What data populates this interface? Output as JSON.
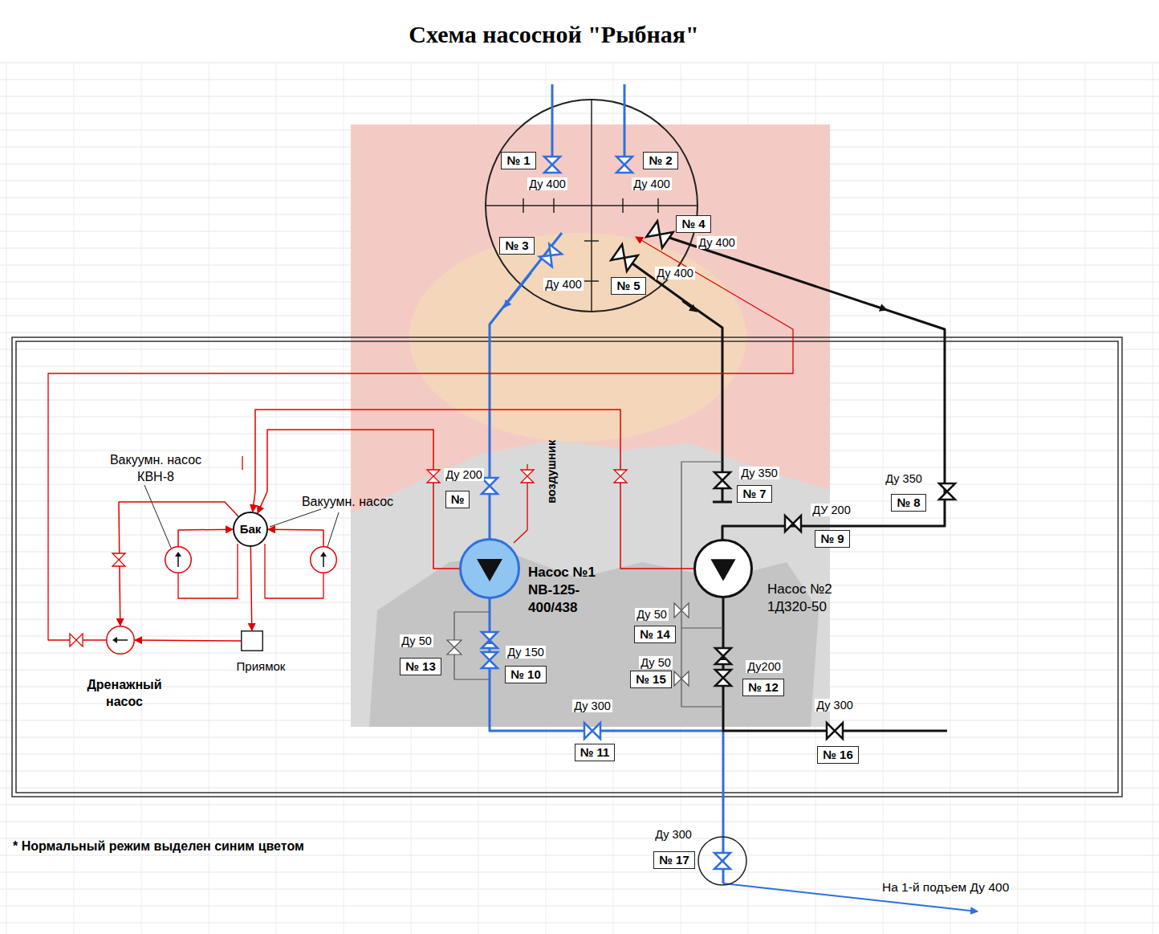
{
  "diagram": {
    "title": "Схема насосной \"Рыбная\"",
    "nodes": [
      {
        "text": [
          "Бак"
        ]
      },
      {
        "text": [
          "Вакуумн. насос КВН-8"
        ]
      },
      {
        "text": [
          "Вакуумн. насос"
        ]
      },
      {
        "text": [
          "Приямок"
        ]
      },
      {
        "text": [
          "Дренажный насос"
        ]
      },
      {
        "text": [
          "Насос №1 NB-125-400/438"
        ]
      },
      {
        "text": [
          "Насос №2 1Д320-50"
        ]
      },
      {
        "text": [
          "№ 1"
        ]
      },
      {
        "text": [
          "№ 2"
        ]
      },
      {
        "text": [
          "№ 4"
        ]
      },
      {
        "text": [
          "№ 3"
        ]
      },
      {
        "text": [
          "№ 5"
        ]
      },
      {
        "text": [
          "№"
        ]
      },
      {
        "text": [
          "№ 7"
        ]
      },
      {
        "text": [
          "№ 8"
        ]
      },
      {
        "text": [
          "№ 9"
        ]
      },
      {
        "text": [
          "№ 14"
        ]
      },
      {
        "text": [
          "№ 13"
        ]
      },
      {
        "text": [
          "№ 10"
        ]
      },
      {
        "text": [
          "№ 15"
        ]
      },
      {
        "text": [
          "№ 12"
        ]
      },
      {
        "text": [
          "№ 11"
        ]
      },
      {
        "text": [
          "№ 16"
        ]
      },
      {
        "text": [
          "№ 17"
        ]
      }
    ],
    "edges": [
      {
        "from": 1,
        "to": 0,
        "arrow": "to"
      },
      {
        "from": 2,
        "to": 0,
        "arrow": "to"
      },
      {
        "from": 0,
        "to": 3,
        "arrow": "to"
      },
      {
        "from": 3,
        "to": 4,
        "arrow": "to"
      },
      {
        "from": 0,
        "to": 4,
        "arrow": "to"
      },
      {
        "from": 5,
        "to": 0,
        "arrow": "to"
      },
      {
        "from": 6,
        "to": 0,
        "arrow": "to"
      }
    ],
    "labels": [
      "Ду 400",
      "Ду 400",
      "Ду 400",
      "Ду 400",
      "Ду 400",
      "Ду 200",
      "воздушник",
      "Ду 350",
      "Ду 350",
      "ДУ 200",
      "Ду 50",
      "Ду 50",
      "Ду 150",
      "Ду 50",
      "Ду200",
      "Ду 300",
      "Ду 300",
      "Ду 300",
      "* Нормальный  режим выделен синим цветом",
      "На 1-й подъем Ду 400"
    ]
  }
}
